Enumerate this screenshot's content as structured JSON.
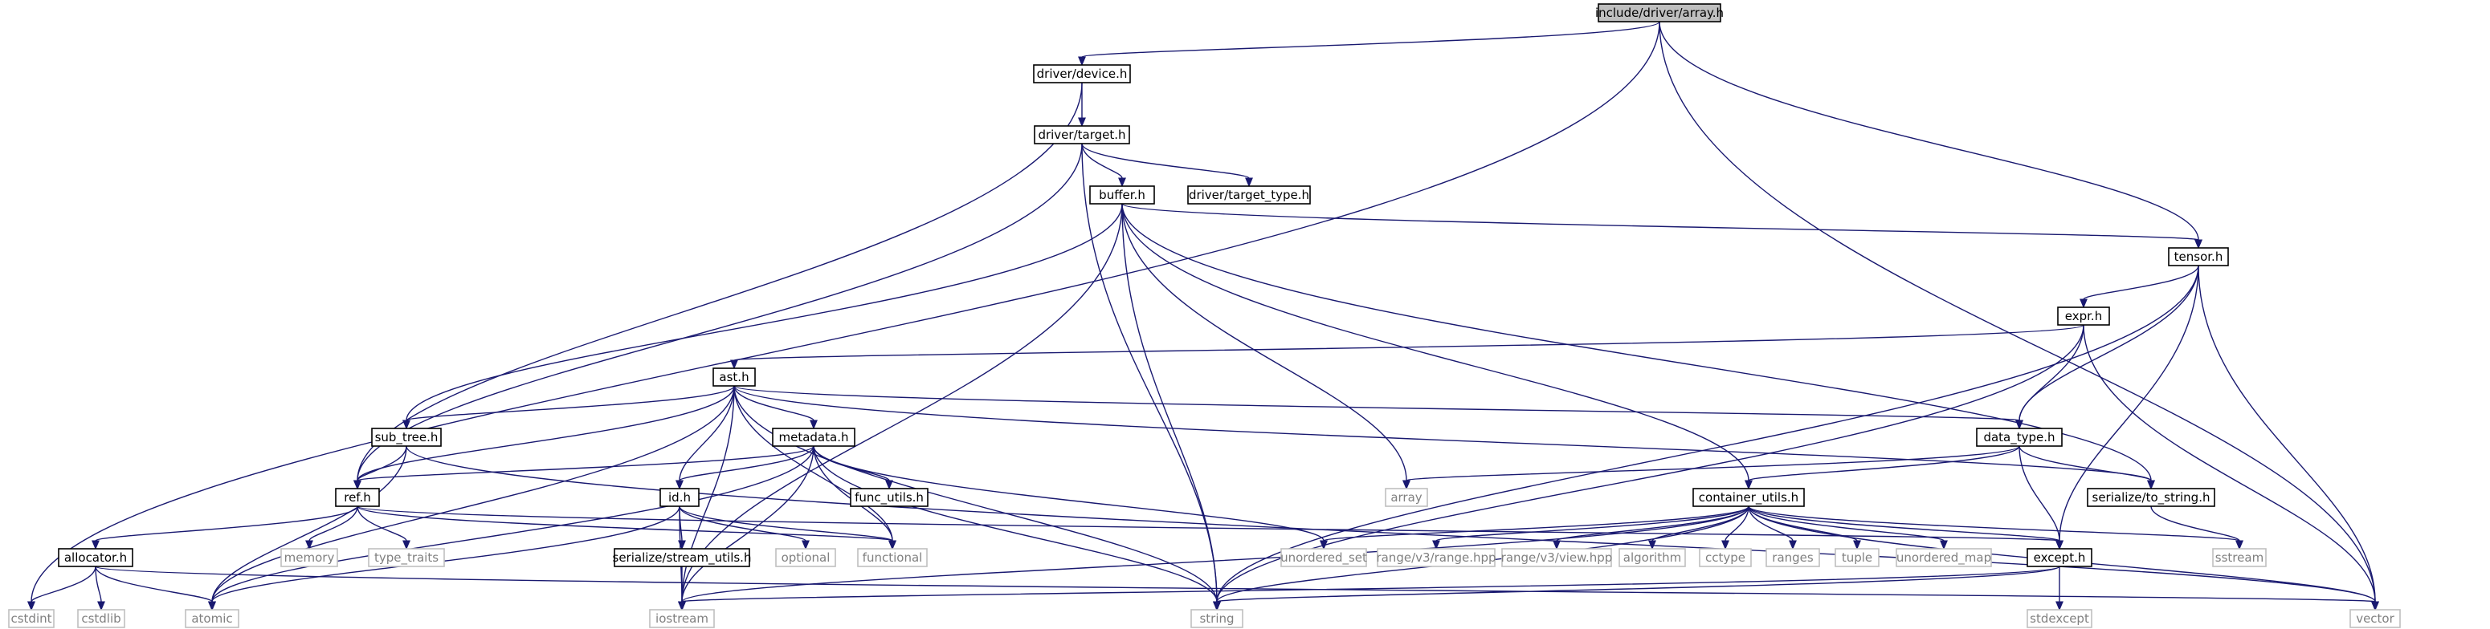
{
  "diagram": {
    "colors": {
      "edge": "#191970",
      "root_fill": "#bfbfbf",
      "node_border": "#000000",
      "system_border": "#bfbfbf",
      "system_text": "#808080",
      "background": "#ffffff"
    },
    "nodes": [
      {
        "id": "array_h",
        "label": "include/driver/array.h",
        "kind": "root"
      },
      {
        "id": "device_h",
        "label": "driver/device.h",
        "kind": "header"
      },
      {
        "id": "target_h",
        "label": "driver/target.h",
        "kind": "header"
      },
      {
        "id": "buffer_h",
        "label": "buffer.h",
        "kind": "header"
      },
      {
        "id": "target_type_h",
        "label": "driver/target_type.h",
        "kind": "header"
      },
      {
        "id": "tensor_h",
        "label": "tensor.h",
        "kind": "header"
      },
      {
        "id": "expr_h",
        "label": "expr.h",
        "kind": "header"
      },
      {
        "id": "ast_h",
        "label": "ast.h",
        "kind": "header"
      },
      {
        "id": "sub_tree_h",
        "label": "sub_tree.h",
        "kind": "header"
      },
      {
        "id": "metadata_h",
        "label": "metadata.h",
        "kind": "header"
      },
      {
        "id": "data_type_h",
        "label": "data_type.h",
        "kind": "header"
      },
      {
        "id": "serialize_to_string_h",
        "label": "serialize/to_string.h",
        "kind": "header"
      },
      {
        "id": "ref_h",
        "label": "ref.h",
        "kind": "header"
      },
      {
        "id": "id_h",
        "label": "id.h",
        "kind": "header"
      },
      {
        "id": "func_utils_h",
        "label": "func_utils.h",
        "kind": "header"
      },
      {
        "id": "container_utils_h",
        "label": "container_utils.h",
        "kind": "header"
      },
      {
        "id": "allocator_h",
        "label": "allocator.h",
        "kind": "header"
      },
      {
        "id": "serialize_stream_utils_h",
        "label": "serialize/stream_utils.h",
        "kind": "header"
      },
      {
        "id": "except_h",
        "label": "except.h",
        "kind": "header"
      },
      {
        "id": "cstdint",
        "label": "cstdint",
        "kind": "system"
      },
      {
        "id": "cstdlib",
        "label": "cstdlib",
        "kind": "system"
      },
      {
        "id": "atomic",
        "label": "atomic",
        "kind": "system"
      },
      {
        "id": "memory",
        "label": "memory",
        "kind": "system"
      },
      {
        "id": "type_traits",
        "label": "type_traits",
        "kind": "system"
      },
      {
        "id": "iostream",
        "label": "iostream",
        "kind": "system"
      },
      {
        "id": "optional",
        "label": "optional",
        "kind": "system"
      },
      {
        "id": "functional",
        "label": "functional",
        "kind": "system"
      },
      {
        "id": "string",
        "label": "string",
        "kind": "system"
      },
      {
        "id": "unordered_set",
        "label": "unordered_set",
        "kind": "system"
      },
      {
        "id": "range_v3_range_hpp",
        "label": "range/v3/range.hpp",
        "kind": "system"
      },
      {
        "id": "range_v3_view_hpp",
        "label": "range/v3/view.hpp",
        "kind": "system"
      },
      {
        "id": "algorithm",
        "label": "algorithm",
        "kind": "system"
      },
      {
        "id": "cctype",
        "label": "cctype",
        "kind": "system"
      },
      {
        "id": "ranges",
        "label": "ranges",
        "kind": "system"
      },
      {
        "id": "tuple",
        "label": "tuple",
        "kind": "system"
      },
      {
        "id": "unordered_map",
        "label": "unordered_map",
        "kind": "system"
      },
      {
        "id": "sstream",
        "label": "sstream",
        "kind": "system"
      },
      {
        "id": "stdexcept",
        "label": "stdexcept",
        "kind": "system"
      },
      {
        "id": "array",
        "label": "array",
        "kind": "system"
      },
      {
        "id": "vector",
        "label": "vector",
        "kind": "system"
      }
    ],
    "edges": [
      [
        "array_h",
        "device_h"
      ],
      [
        "array_h",
        "tensor_h"
      ],
      [
        "array_h",
        "cstdint"
      ],
      [
        "array_h",
        "vector"
      ],
      [
        "device_h",
        "target_h"
      ],
      [
        "device_h",
        "ref_h"
      ],
      [
        "target_h",
        "buffer_h"
      ],
      [
        "target_h",
        "target_type_h"
      ],
      [
        "target_h",
        "ref_h"
      ],
      [
        "target_h",
        "string"
      ],
      [
        "buffer_h",
        "tensor_h"
      ],
      [
        "buffer_h",
        "sub_tree_h"
      ],
      [
        "buffer_h",
        "iostream"
      ],
      [
        "buffer_h",
        "string"
      ],
      [
        "buffer_h",
        "array"
      ],
      [
        "buffer_h",
        "container_utils_h"
      ],
      [
        "buffer_h",
        "serialize_to_string_h"
      ],
      [
        "tensor_h",
        "expr_h"
      ],
      [
        "tensor_h",
        "data_type_h"
      ],
      [
        "tensor_h",
        "except_h"
      ],
      [
        "tensor_h",
        "string"
      ],
      [
        "tensor_h",
        "vector"
      ],
      [
        "expr_h",
        "ast_h"
      ],
      [
        "expr_h",
        "data_type_h"
      ],
      [
        "expr_h",
        "string"
      ],
      [
        "expr_h",
        "vector"
      ],
      [
        "ast_h",
        "sub_tree_h"
      ],
      [
        "ast_h",
        "metadata_h"
      ],
      [
        "ast_h",
        "data_type_h"
      ],
      [
        "ast_h",
        "serialize_to_string_h"
      ],
      [
        "ast_h",
        "ref_h"
      ],
      [
        "ast_h",
        "id_h"
      ],
      [
        "ast_h",
        "atomic"
      ],
      [
        "ast_h",
        "iostream"
      ],
      [
        "ast_h",
        "functional"
      ],
      [
        "ast_h",
        "string"
      ],
      [
        "sub_tree_h",
        "ref_h"
      ],
      [
        "sub_tree_h",
        "atomic"
      ],
      [
        "sub_tree_h",
        "vector"
      ],
      [
        "metadata_h",
        "ref_h"
      ],
      [
        "metadata_h",
        "id_h"
      ],
      [
        "metadata_h",
        "func_utils_h"
      ],
      [
        "metadata_h",
        "functional"
      ],
      [
        "metadata_h",
        "iostream"
      ],
      [
        "metadata_h",
        "string"
      ],
      [
        "metadata_h",
        "unordered_set"
      ],
      [
        "metadata_h",
        "atomic"
      ],
      [
        "data_type_h",
        "array"
      ],
      [
        "data_type_h",
        "container_utils_h"
      ],
      [
        "data_type_h",
        "serialize_to_string_h"
      ],
      [
        "data_type_h",
        "except_h"
      ],
      [
        "serialize_to_string_h",
        "sstream"
      ],
      [
        "ref_h",
        "allocator_h"
      ],
      [
        "ref_h",
        "memory"
      ],
      [
        "ref_h",
        "type_traits"
      ],
      [
        "ref_h",
        "functional"
      ],
      [
        "ref_h",
        "except_h"
      ],
      [
        "id_h",
        "serialize_stream_utils_h"
      ],
      [
        "id_h",
        "atomic"
      ],
      [
        "id_h",
        "iostream"
      ],
      [
        "id_h",
        "optional"
      ],
      [
        "id_h",
        "functional"
      ],
      [
        "serialize_stream_utils_h",
        "iostream"
      ],
      [
        "container_utils_h",
        "unordered_set"
      ],
      [
        "container_utils_h",
        "range_v3_range_hpp"
      ],
      [
        "container_utils_h",
        "range_v3_view_hpp"
      ],
      [
        "container_utils_h",
        "algorithm"
      ],
      [
        "container_utils_h",
        "cctype"
      ],
      [
        "container_utils_h",
        "ranges"
      ],
      [
        "container_utils_h",
        "tuple"
      ],
      [
        "container_utils_h",
        "unordered_map"
      ],
      [
        "container_utils_h",
        "except_h"
      ],
      [
        "container_utils_h",
        "sstream"
      ],
      [
        "container_utils_h",
        "vector"
      ],
      [
        "container_utils_h",
        "iostream"
      ],
      [
        "container_utils_h",
        "string"
      ],
      [
        "allocator_h",
        "cstdint"
      ],
      [
        "allocator_h",
        "cstdlib"
      ],
      [
        "allocator_h",
        "atomic"
      ],
      [
        "allocator_h",
        "vector"
      ],
      [
        "except_h",
        "stdexcept"
      ],
      [
        "except_h",
        "iostream"
      ],
      [
        "except_h",
        "string"
      ]
    ]
  }
}
